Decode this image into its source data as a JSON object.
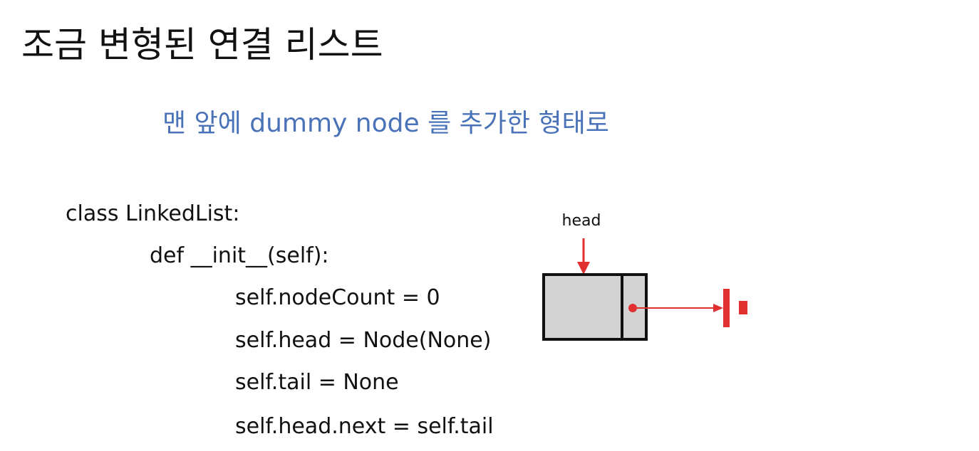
{
  "slide": {
    "title": "조금 변형된 연결 리스트",
    "subtitle": "맨 앞에 dummy node 를 추가한 형태로"
  },
  "code": {
    "lines": [
      "class LinkedList:",
      "def __init__(self):",
      "self.nodeCount = 0",
      "self.head = Node(None)",
      "self.tail = None",
      "self.head.next = self.tail"
    ]
  },
  "diagram": {
    "head_label": "head",
    "colors": {
      "node_fill": "#d3d3d3",
      "node_border": "#111111",
      "pointer": "#e03030"
    }
  }
}
